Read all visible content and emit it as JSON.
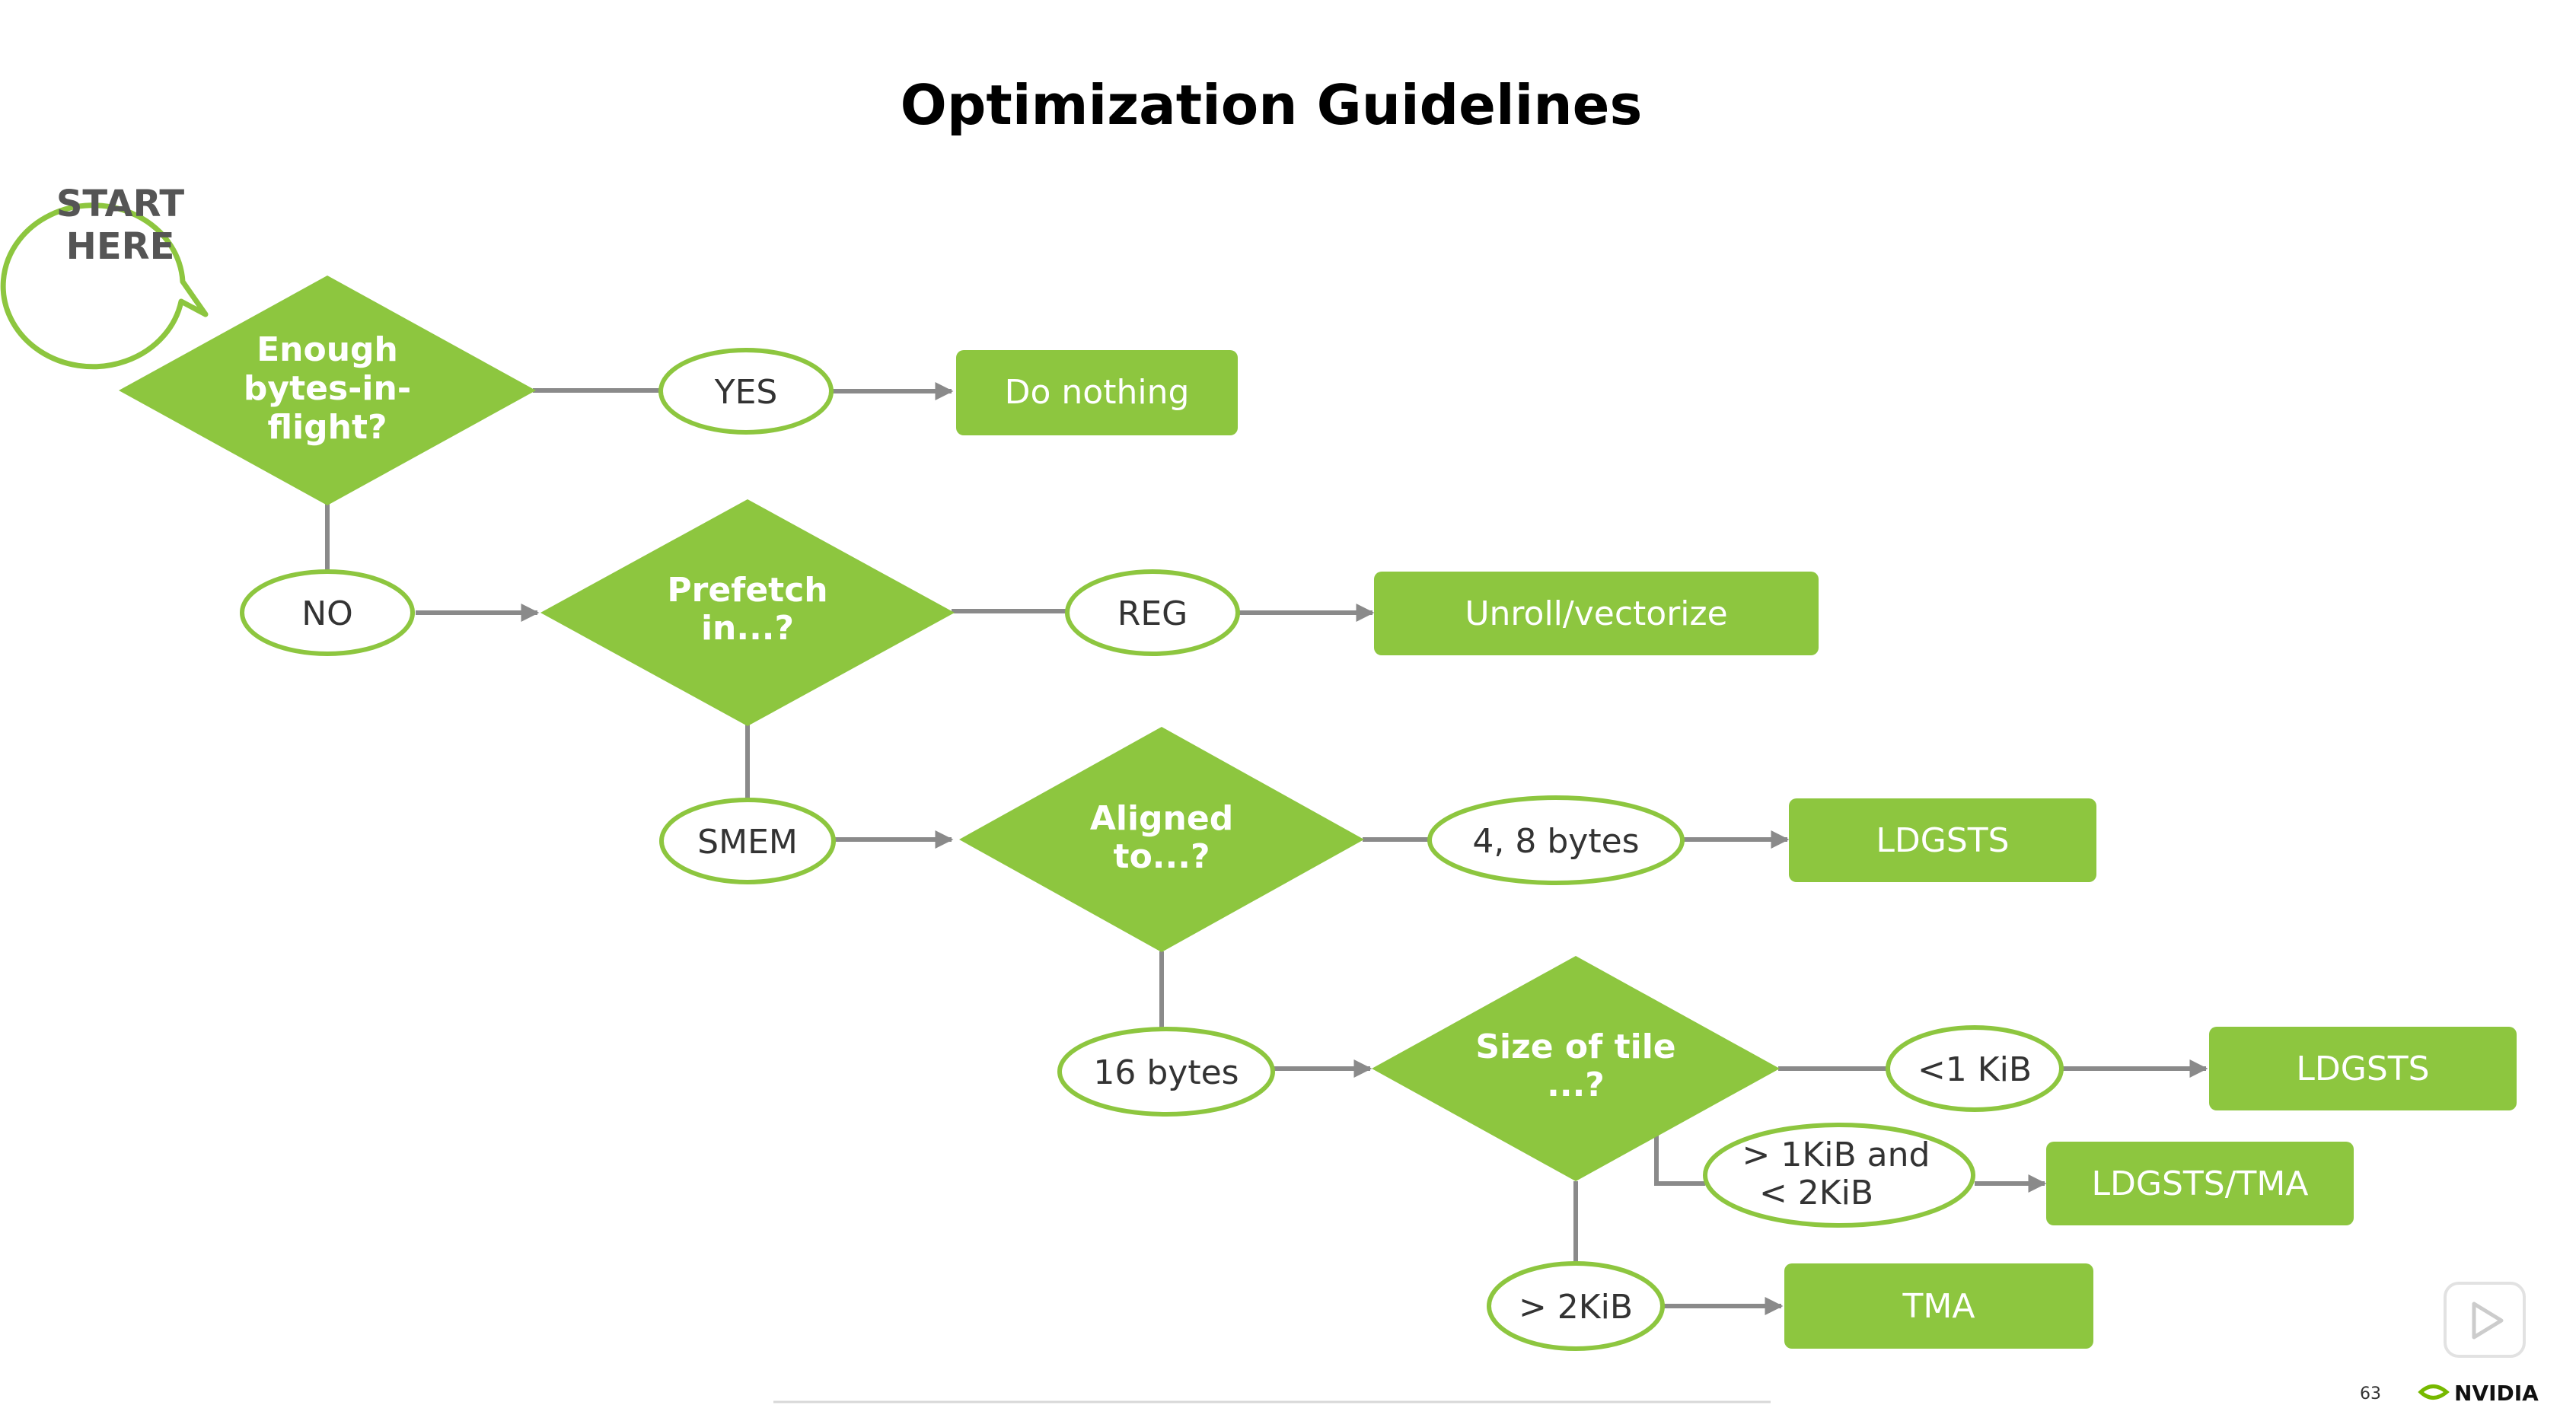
{
  "title": "Optimization Guidelines",
  "colors": {
    "green": "#8dc63f",
    "edge": "#8a8a8a",
    "ellipse_border": "#8dc63f"
  },
  "start": [
    "START",
    "HERE"
  ],
  "decisions": {
    "bytes_in_flight": [
      "Enough",
      "bytes-in-",
      "flight?"
    ],
    "prefetch": [
      "Prefetch",
      "in...?"
    ],
    "aligned": [
      "Aligned",
      "to...?"
    ],
    "tile_size": [
      "Size of tile",
      "...?"
    ]
  },
  "answers": {
    "yes": "YES",
    "no": "NO",
    "reg": "REG",
    "smem": "SMEM",
    "bytes_4_8": "4, 8 bytes",
    "bytes_16": "16 bytes",
    "lt_1kib": "<1 KiB",
    "between": [
      "> 1KiB and",
      "< 2KiB"
    ],
    "gt_2kib": "> 2KiB"
  },
  "actions": {
    "do_nothing": "Do nothing",
    "unroll": "Unroll/vectorize",
    "ldgsts_1": "LDGSTS",
    "ldgsts_2": "LDGSTS",
    "ldgsts_tma": "LDGSTS/TMA",
    "tma": "TMA"
  },
  "footer": {
    "page_number": "63",
    "logo": "NVIDIA"
  },
  "icons": {
    "play": "play-icon",
    "logo": "nvidia-eye-icon"
  }
}
